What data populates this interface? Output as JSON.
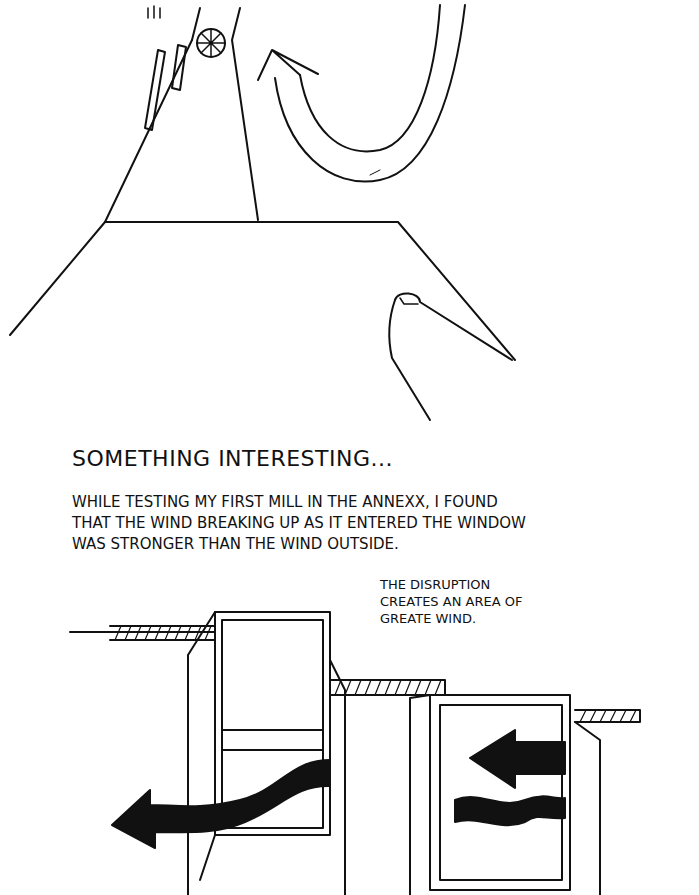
{
  "diagram": {
    "title": "SOMETHING INTERESTING...",
    "labels": [
      "WHILE TESTING MY FIRST MILL IN THE ANNEXX, I FOUND THAT THE WIND BREAKING UP AS IT ENTERED THE WINDOW WAS STRONGER THAN THE WIND OUTSIDE.",
      "THE DISRUPTION CREATES AN AREA OF GREATE WIND."
    ]
  }
}
